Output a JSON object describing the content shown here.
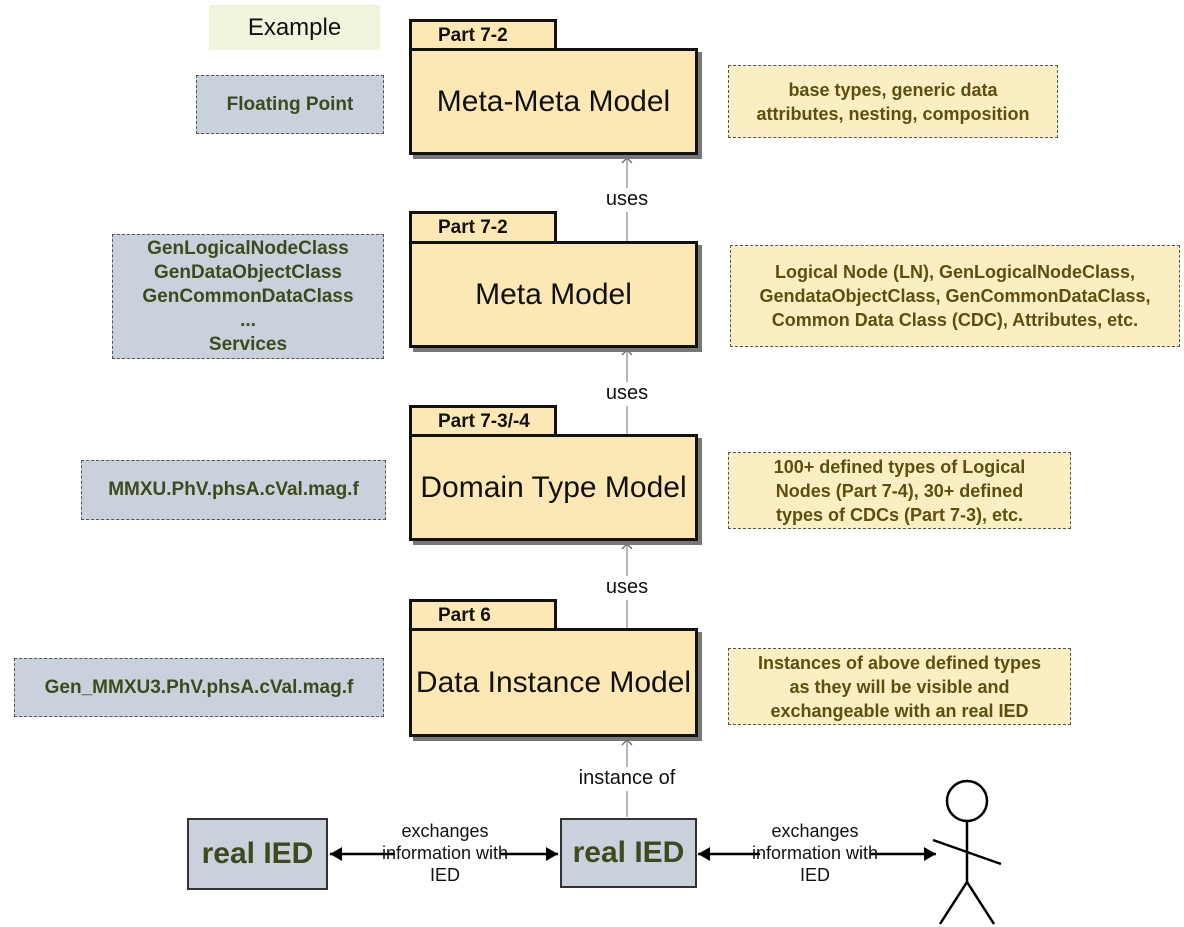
{
  "example_label": "Example",
  "levels": [
    {
      "part": "Part 7-2",
      "model": "Meta-Meta Model",
      "example": [
        "Floating Point"
      ],
      "description": [
        "base types, generic data",
        "attributes,  nesting, composition"
      ]
    },
    {
      "part": "Part 7-2",
      "model": "Meta Model",
      "example": [
        "GenLogicalNodeClass",
        "GenDataObjectClass",
        "GenCommonDataClass",
        "...",
        "Services"
      ],
      "description": [
        "Logical Node (LN), GenLogicalNodeClass,",
        "GendataObjectClass, GenCommonDataClass,",
        "Common Data Class (CDC), Attributes, etc."
      ]
    },
    {
      "part": "Part 7-3/-4",
      "model": "Domain Type Model",
      "example": [
        "MMXU.PhV.phsA.cVal.mag.f"
      ],
      "description": [
        "100+ defined types of Logical",
        "Nodes (Part 7-4), 30+ defined",
        "types of CDCs (Part 7-3), etc."
      ]
    },
    {
      "part": "Part 6",
      "model": "Data Instance Model",
      "example": [
        "Gen_MMXU3.PhV.phsA.cVal.mag.f"
      ],
      "description": [
        "Instances of above defined types",
        "as they will be visible and",
        "exchangeable with an real IED"
      ]
    }
  ],
  "relations": {
    "uses": "uses",
    "instance_of": "instance of"
  },
  "bottom": {
    "ied_left": "real IED",
    "ied_center": "real IED",
    "exchange_left": [
      "exchanges",
      "information with",
      "IED"
    ],
    "exchange_right": [
      "exchanges",
      "information with",
      "IED"
    ],
    "person_icon": "stick-figure-person-icon"
  },
  "colors": {
    "package_fill": "#fbe8b4",
    "grey_note_fill": "#c9d1dc",
    "yellow_note_fill": "#fbeec2",
    "note_text_green": "#3e4a1c",
    "note_text_olive": "#5c5010"
  }
}
